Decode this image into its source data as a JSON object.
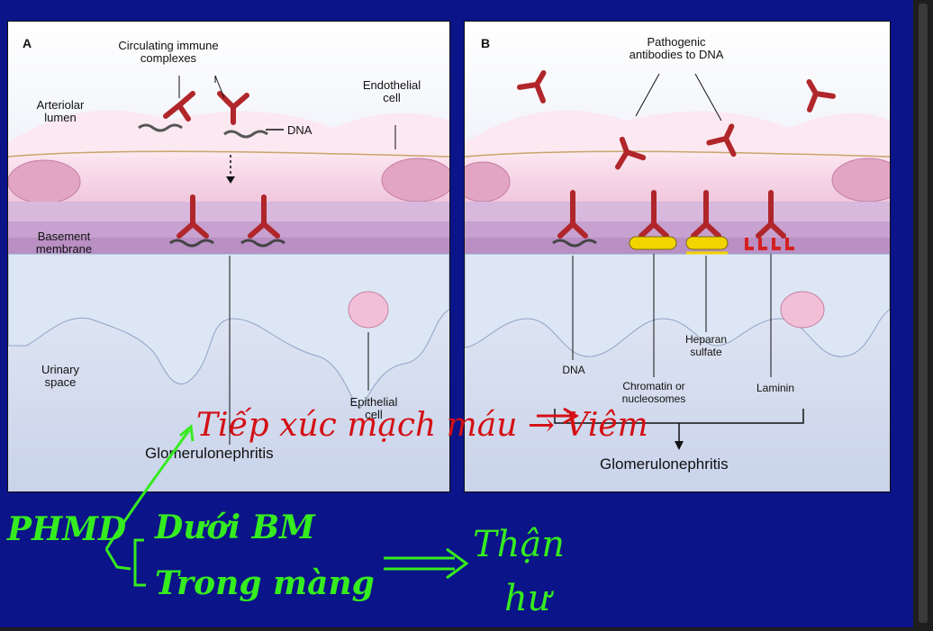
{
  "panel_a": {
    "letter": "A",
    "circulating": "Circulating immune complexes",
    "circulating_l1": "Circulating immune",
    "circulating_l2": "complexes",
    "lumen_l1": "Arteriolar",
    "lumen_l2": "lumen",
    "dna": "DNA",
    "endo_l1": "Endothelial",
    "endo_l2": "cell",
    "bm_l1": "Basement",
    "bm_l2": "membrane",
    "urinary_l1": "Urinary",
    "urinary_l2": "space",
    "epi_l1": "Epithelial",
    "epi_l2": "cell",
    "glom": "Glomerulonephritis"
  },
  "panel_b": {
    "letter": "B",
    "patho_l1": "Pathogenic",
    "patho_l2": "antibodies to DNA",
    "heparan_l1": "Heparan",
    "heparan_l2": "sulfate",
    "dna": "DNA",
    "chromatin_l1": "Chromatin or",
    "chromatin_l2": "nucleosomes",
    "laminin": "Laminin",
    "glom": "Glomerulonephritis"
  },
  "handwriting": {
    "red_note": "Tiếp xúc mạch máu → Viêm",
    "green_left": "PHMD",
    "green_item1": "Dưới BM",
    "green_item2": "Trong màng",
    "green_result_l1": "Thận",
    "green_result_l2": "hư"
  },
  "colors": {
    "background": "#0b1488",
    "antibody": "#b0262a",
    "heparan": "#f2d400",
    "laminin": "#d42020",
    "red_ink": "#d40f14",
    "green_ink": "#35ec1f"
  }
}
